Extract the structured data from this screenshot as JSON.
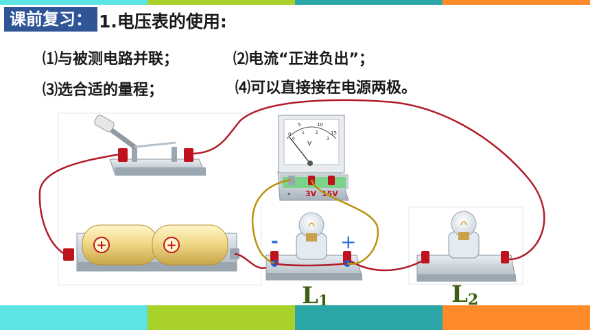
{
  "header": {
    "badge": "课前复习：",
    "title": "1.电压表的使用:"
  },
  "points": [
    "⑴与被测电路并联；",
    "⑵电流“正进负出”；",
    "⑶选合适的量程；",
    "⑷可以直接接在电源两极。"
  ],
  "voltmeter": {
    "scale_top": [
      "0",
      "5",
      "10",
      "15"
    ],
    "scale_bottom": [
      "0",
      "1",
      "2",
      "3"
    ],
    "unit": "V",
    "terminal_labels": [
      "-",
      "3V",
      "15V"
    ]
  },
  "bulb1": {
    "minus": "-",
    "plus": "+"
  },
  "labels": {
    "l1": "L",
    "l1_sub": "1",
    "l2": "L",
    "l2_sub": "2"
  },
  "colors": {
    "header_badge": "#2f5597",
    "wire": "#b01c2b",
    "meter_wire": "#b8920c",
    "bar_cyan": "#5ce3e3",
    "bar_green": "#a8d12a",
    "bar_teal": "#2aa6a6",
    "bar_orange": "#ff8a2a"
  }
}
